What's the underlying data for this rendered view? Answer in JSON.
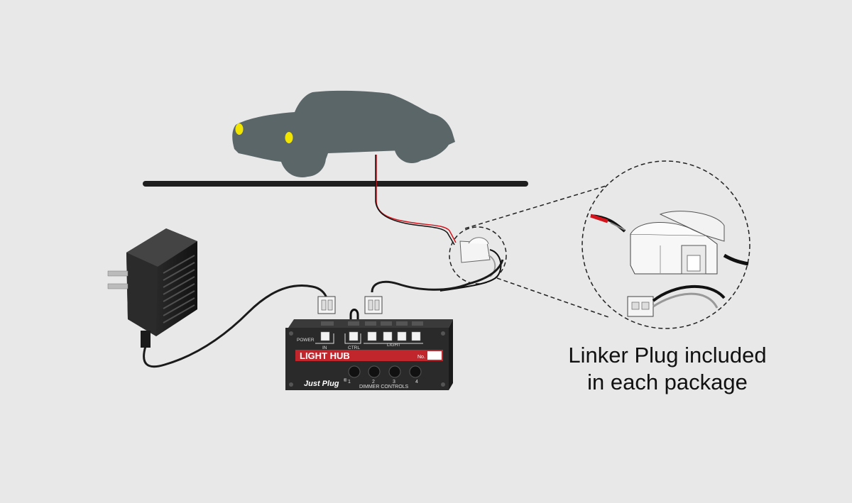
{
  "caption": {
    "line1": "Linker Plug included",
    "line2": "in each package"
  },
  "hub": {
    "title": "LIGHT HUB",
    "number_label": "No.",
    "power_label": "POWER",
    "in_label": "IN",
    "ctrl_label": "CTRL",
    "light_label": "LIGHT",
    "dimmer_label": "DIMMER CONTROLS",
    "knob_numbers": [
      "1",
      "2",
      "3",
      "4"
    ],
    "brand": "Just Plug",
    "brand_mark": "®"
  },
  "colors": {
    "background": "#e8e8e8",
    "car": "#5b6669",
    "headlight": "#f2e600",
    "track": "#1e1e1e",
    "hub_body": "#2a2a2a",
    "hub_banner": "#c0262c",
    "wire_red": "#d4141c",
    "wire_black": "#111111"
  },
  "icons": [
    "car-silhouette",
    "power-adapter-icon",
    "light-hub-device",
    "linker-plug-icon",
    "magnifier-circle"
  ]
}
